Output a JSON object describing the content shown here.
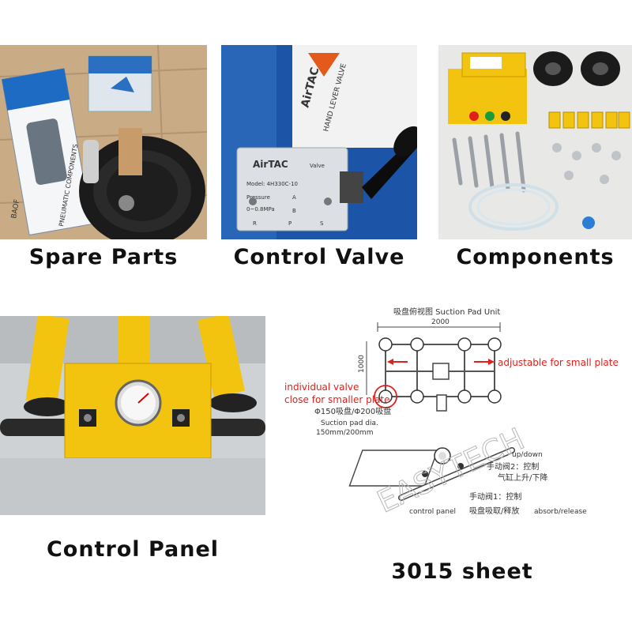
{
  "captions": {
    "spare_parts": "Spare Parts",
    "control_valve": "Control Valve",
    "components": "Components",
    "control_panel": "Control Panel",
    "sheet": "3015 sheet"
  },
  "photo_spare_parts": {
    "box_text_1": "BAOF",
    "box_text_2": "PNEUMATIC COMPONENTS"
  },
  "photo_control_valve": {
    "brand_side": "AirTAC",
    "side_text": "HAND LEVER VALVE",
    "plate_brand": "AirTAC",
    "plate_valve": "Valve",
    "plate_model": "Model: 4H330C-10",
    "plate_pressure": "Pressure",
    "plate_range": "0~0.8MPa",
    "ports": [
      "R",
      "P",
      "S"
    ],
    "port_a": "A",
    "port_b": "B"
  },
  "diagram": {
    "title": "吸盘俯视图 Suction Pad Unit",
    "width_dim": "2000",
    "height_dim": "1000",
    "adjustable_note": "adjustable for small plate",
    "valve_note_line1": "individual valve",
    "valve_note_line2": "close for smaller plate",
    "pad_size_cn": "Φ150吸盘/Φ200吸盘",
    "pad_dia_label": "Suction pad dia.",
    "pad_dia_value": "150mm/200mm",
    "updown_label": "up/down",
    "valve2_cn_1": "手动阀2：控制",
    "valve2_cn_2": "气缸上升/下降",
    "valve1_cn_1": "手动阀1：控制",
    "valve1_cn_2": "吸盘吸取/释放",
    "absorb_label": "absorb/release",
    "control_panel_label": "control panel",
    "watermark": "EASYTECH"
  },
  "colors": {
    "yellow": "#f2c410",
    "red_note": "#e0201c",
    "dark": "#1a1a1a",
    "blue_box": "#1e6bc4"
  }
}
